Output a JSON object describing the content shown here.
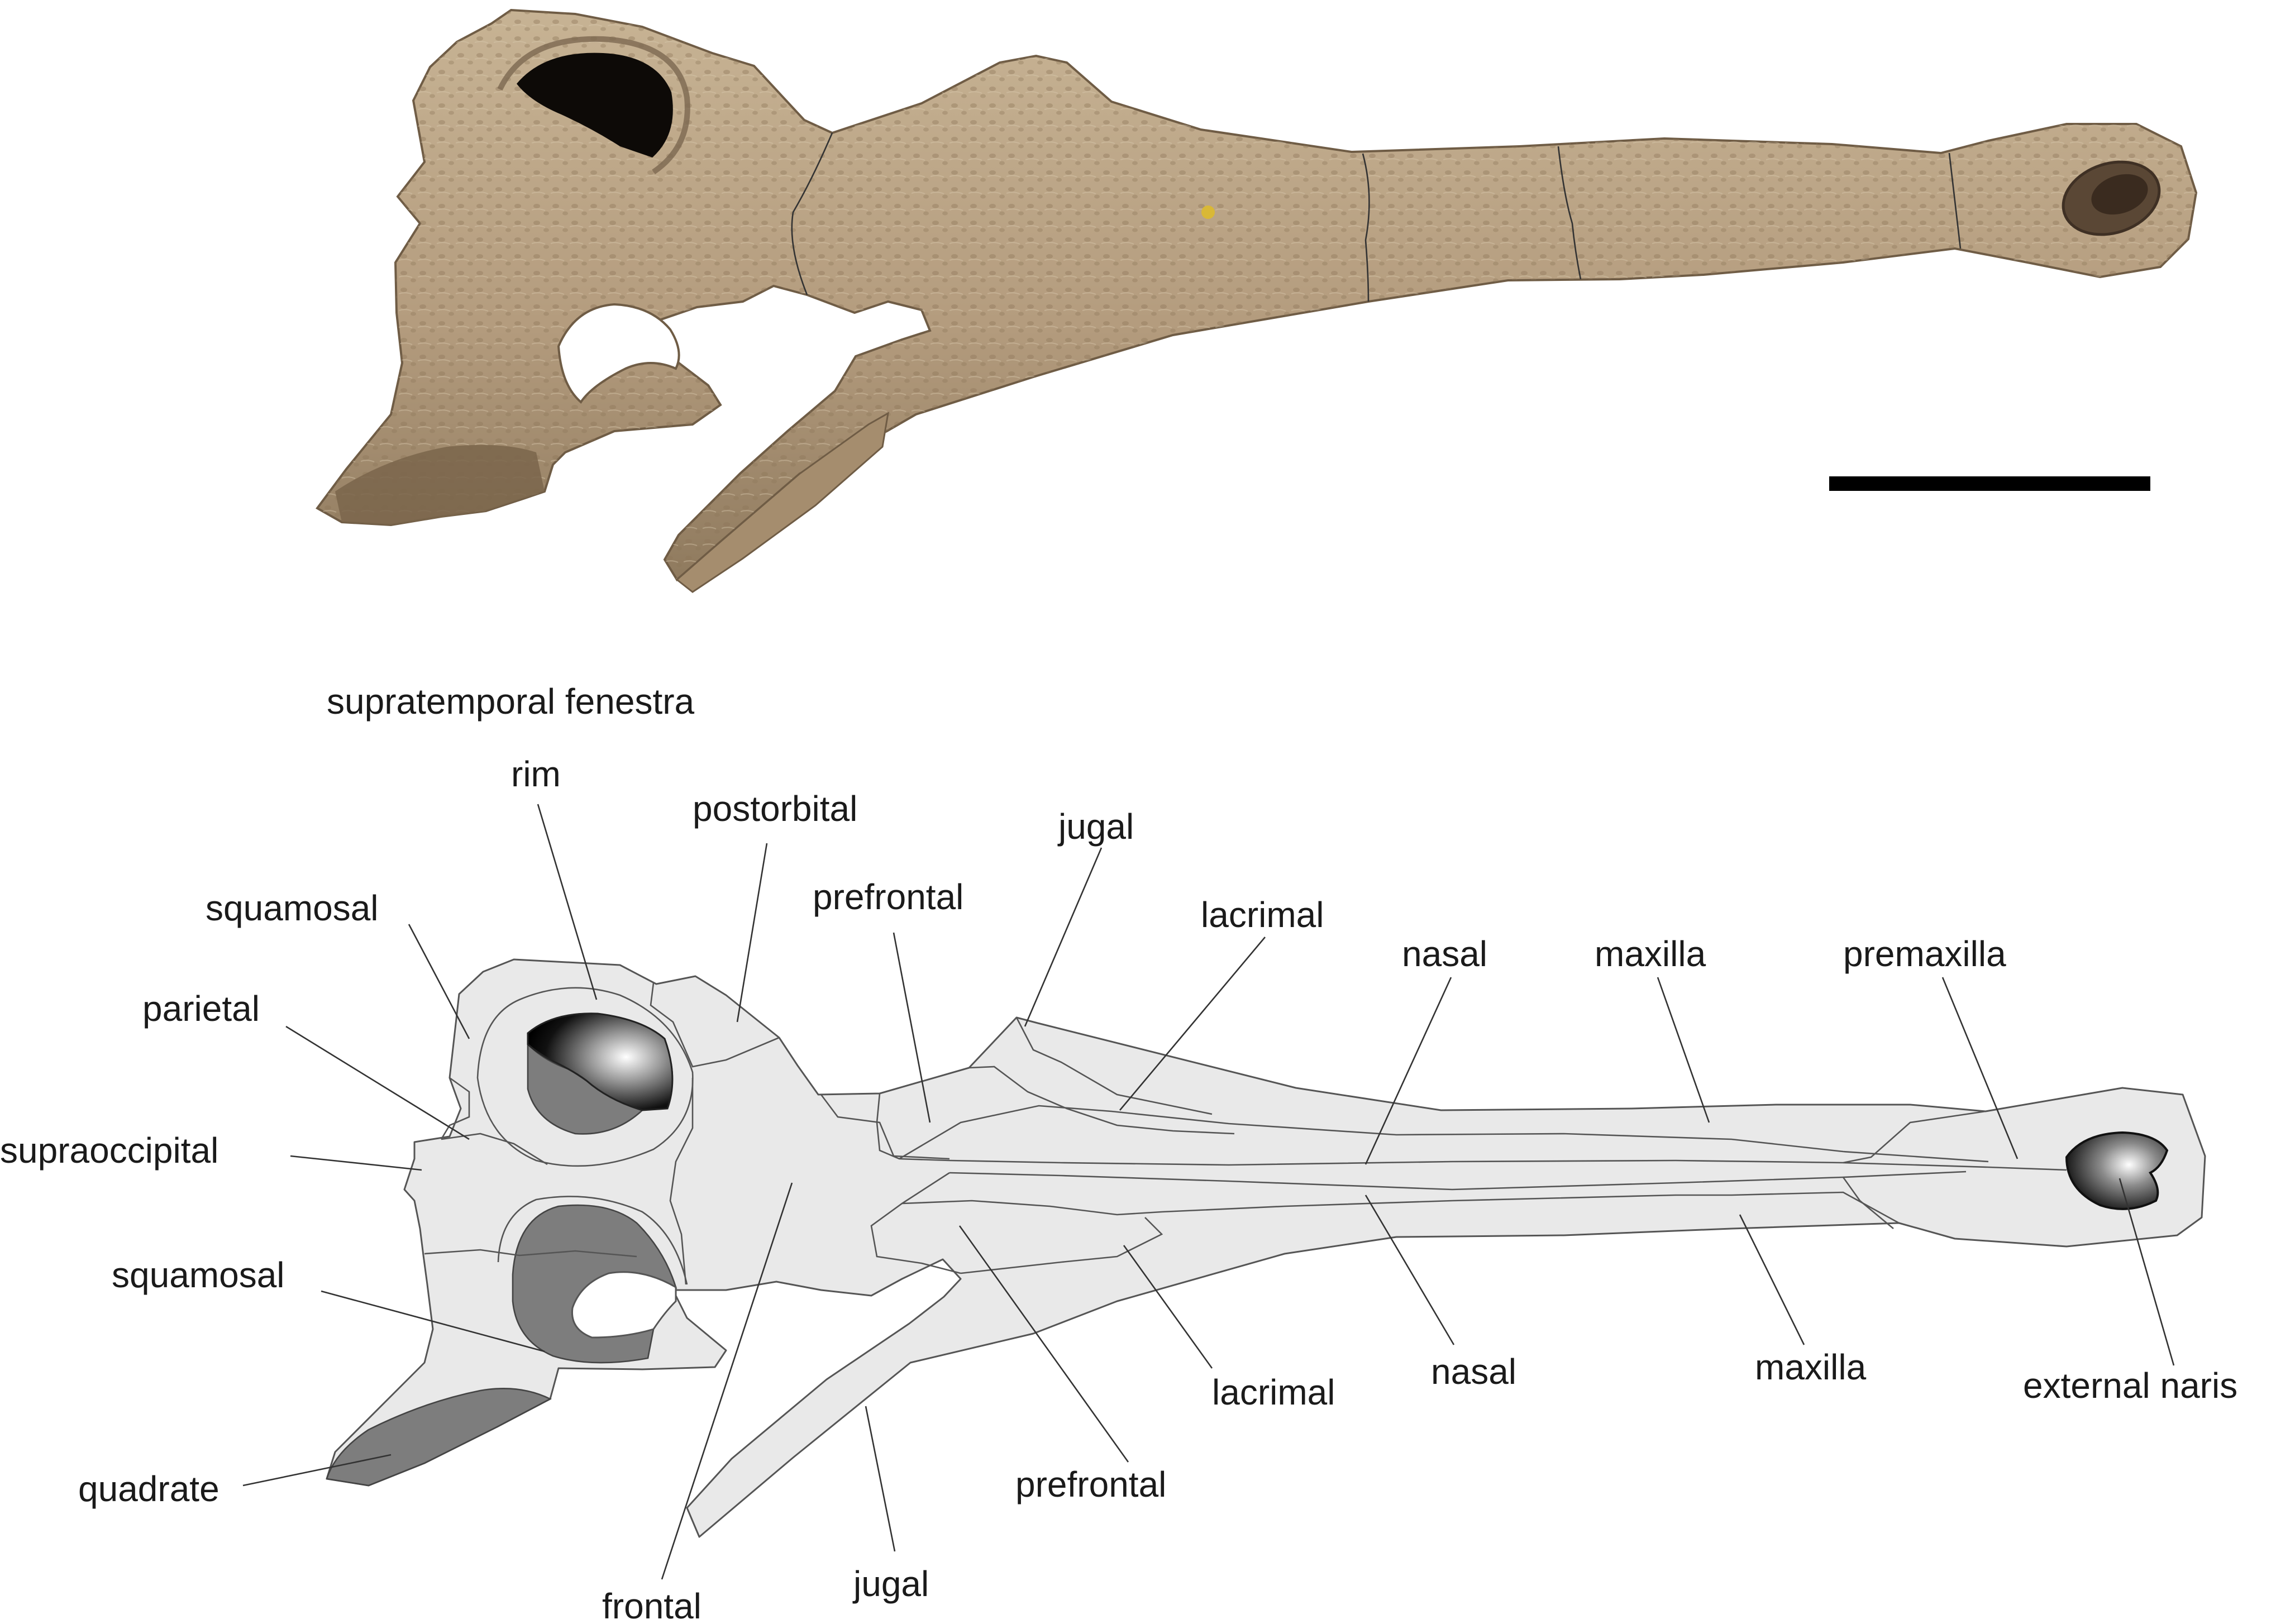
{
  "colors": {
    "background": "#ffffff",
    "fossil": "#b59e82",
    "fossil_dark": "#8a7458",
    "bone_fill": "#e9e9e9",
    "bone_dark": "#7d7d7d",
    "outline": "#555555",
    "text": "#1a1a1a",
    "scale_bar": "#000000"
  },
  "labels": {
    "supratemporal_fenestra": "supratemporal fenestra",
    "rim": "rim",
    "postorbital": "postorbital",
    "jugal_top": "jugal",
    "prefrontal_top": "prefrontal",
    "lacrimal_top": "lacrimal",
    "nasal_top": "nasal",
    "maxilla_top": "maxilla",
    "premaxilla": "premaxilla",
    "squamosal_top": "squamosal",
    "parietal": "parietal",
    "supraoccipital": "supraoccipital",
    "squamosal_bottom": "squamosal",
    "quadrate": "quadrate",
    "frontal": "frontal",
    "jugal_bottom": "jugal",
    "prefrontal_bottom": "prefrontal",
    "lacrimal_bottom": "lacrimal",
    "nasal_bottom": "nasal",
    "maxilla_bottom": "maxilla",
    "external_naris": "external naris"
  }
}
